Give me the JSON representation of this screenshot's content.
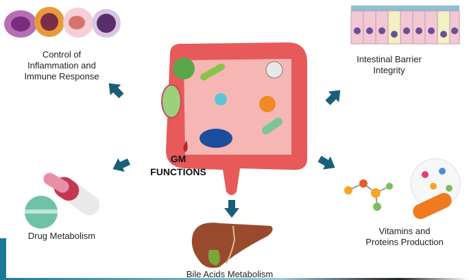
{
  "center": {
    "line1": "GM",
    "line2": "FUNCTIONS"
  },
  "functions": {
    "immune": {
      "line1": "Control  of",
      "line2": "Inflammation and",
      "line3": "Immune Response"
    },
    "barrier": {
      "line1": "Intestinal Barrier",
      "line2": "Integrity"
    },
    "drug": {
      "label": "Drug Metabolism"
    },
    "bile": {
      "label": "Bile Acids Metabolism"
    },
    "vitamins": {
      "line1": "Vitamins and",
      "line2": "Proteins Production"
    }
  },
  "colors": {
    "arrow": "#1a5f7a",
    "intestine": "#e8595a",
    "edge": "#1b7a93"
  }
}
